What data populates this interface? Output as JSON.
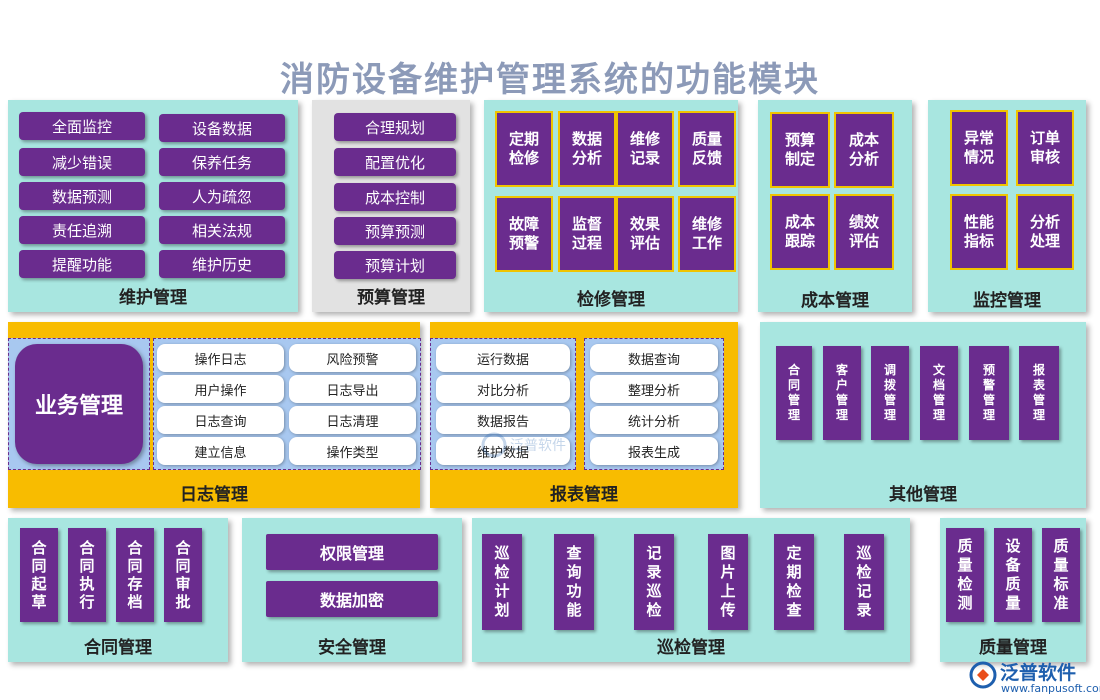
{
  "title": "消防设备维护管理系统的功能模块",
  "maintenance": {
    "label": "维护管理",
    "items": [
      "全面监控",
      "设备数据",
      "减少错误",
      "保养任务",
      "数据预测",
      "人为疏忽",
      "责任追溯",
      "相关法规",
      "提醒功能",
      "维护历史"
    ]
  },
  "budget": {
    "label": "预算管理",
    "items": [
      "合理规划",
      "配置优化",
      "成本控制",
      "预算预测",
      "预算计划"
    ]
  },
  "inspection_repair": {
    "label": "检修管理",
    "items": [
      "定期检修",
      "数据分析",
      "维修记录",
      "质量反馈",
      "故障预警",
      "监督过程",
      "效果评估",
      "维修工作"
    ]
  },
  "cost": {
    "label": "成本管理",
    "items": [
      "预算制定",
      "成本分析",
      "成本跟踪",
      "绩效评估"
    ]
  },
  "monitor": {
    "label": "监控管理",
    "items": [
      "异常情况",
      "订单审核",
      "性能指标",
      "分析处理"
    ]
  },
  "log": {
    "label": "日志管理",
    "big": "业务管理",
    "items": [
      "操作日志",
      "风险预警",
      "用户操作",
      "日志导出",
      "日志查询",
      "日志清理",
      "建立信息",
      "操作类型"
    ]
  },
  "report": {
    "label": "报表管理",
    "left": [
      "运行数据",
      "对比分析",
      "数据报告",
      "维护数据"
    ],
    "right": [
      "数据查询",
      "整理分析",
      "统计分析",
      "报表生成"
    ]
  },
  "other": {
    "label": "其他管理",
    "items": [
      "合同管理",
      "客户管理",
      "调拨管理",
      "文档管理",
      "预警管理",
      "报表管理"
    ]
  },
  "contract": {
    "label": "合同管理",
    "items": [
      "合同起草",
      "合同执行",
      "合同存档",
      "合同审批"
    ]
  },
  "security": {
    "label": "安全管理",
    "items": [
      "权限管理",
      "数据加密"
    ]
  },
  "patrol": {
    "label": "巡检管理",
    "items": [
      "巡检计划",
      "查询功能",
      "记录巡检",
      "图片上传",
      "定期检查",
      "巡检记录"
    ]
  },
  "quality": {
    "label": "质量管理",
    "items": [
      "质量检测",
      "设备质量",
      "质量标准"
    ]
  },
  "logo": {
    "name": "泛普软件",
    "url": "www.fanpusoft.com"
  },
  "watermark": "泛普软件",
  "colors": {
    "purple": "#6a2c8e",
    "cyan": "#a8e6e0",
    "orange": "#f8bc00",
    "title": "#8c9ab8"
  }
}
